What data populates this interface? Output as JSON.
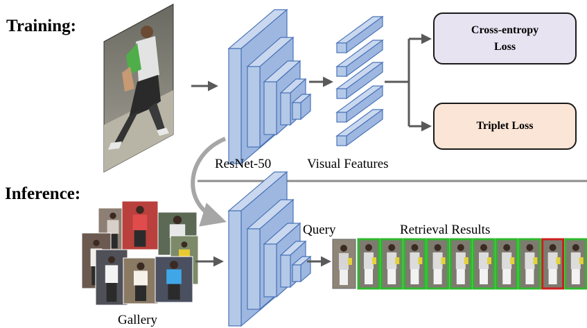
{
  "sections": {
    "training": "Training:",
    "inference": "Inference:"
  },
  "labels": {
    "backbone": "ResNet-50",
    "features": "Visual Features",
    "gallery": "Gallery",
    "query": "Query",
    "results": "Retrieval Results"
  },
  "losses": {
    "cross_entropy": [
      "Cross-entropy",
      "Loss"
    ],
    "triplet": "Triplet Loss"
  },
  "retrieval": {
    "rank_count": 10,
    "match_status": [
      "correct",
      "correct",
      "correct",
      "correct",
      "correct",
      "correct",
      "correct",
      "correct",
      "wrong",
      "correct"
    ]
  },
  "colors": {
    "block_fill": "#b4c9e8",
    "block_stroke": "#4a73b8",
    "arrow": "#595959",
    "divider": "#8c8c8c",
    "correct_match": "#2db82d",
    "wrong_match": "#cc1f1f",
    "cross_entropy_box": "#e8e3f0",
    "triplet_box": "#fbe5d6"
  }
}
